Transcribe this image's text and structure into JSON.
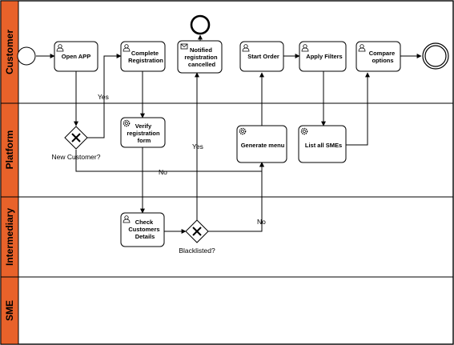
{
  "lanes": [
    {
      "label": "Customer"
    },
    {
      "label": "Platform"
    },
    {
      "label": "Intermediary"
    },
    {
      "label": "SME"
    }
  ],
  "tasks": {
    "open_app": [
      "Open APP"
    ],
    "complete_registration": [
      "Complete",
      "Registration"
    ],
    "notified_cancelled": [
      "Notified",
      "registration",
      "cancelled"
    ],
    "start_order": [
      "Start Order"
    ],
    "apply_filters": [
      "Apply Filters"
    ],
    "compare_options": [
      "Compare",
      "options"
    ],
    "verify_form": [
      "Verify",
      "registration",
      "form"
    ],
    "generate_menu": [
      "Generate menu"
    ],
    "list_smes": [
      "List all SMEs"
    ],
    "check_details": [
      "Check",
      "Customers",
      "Details"
    ]
  },
  "gateways": {
    "new_customer": "New Customer?",
    "blacklisted": "Blacklisted?"
  },
  "flow_labels": {
    "yes_new": "Yes",
    "no_new": "No",
    "yes_black": "Yes",
    "no_black": "No"
  },
  "colors": {
    "lane_header": "#E8622A",
    "lane_border": "#000000",
    "task_fill": "#FFFFFF"
  },
  "icons": {
    "user_task": "user-icon",
    "service_task": "gear-icon",
    "message_task": "envelope-icon",
    "gateway": "exclusive-gateway-x"
  }
}
